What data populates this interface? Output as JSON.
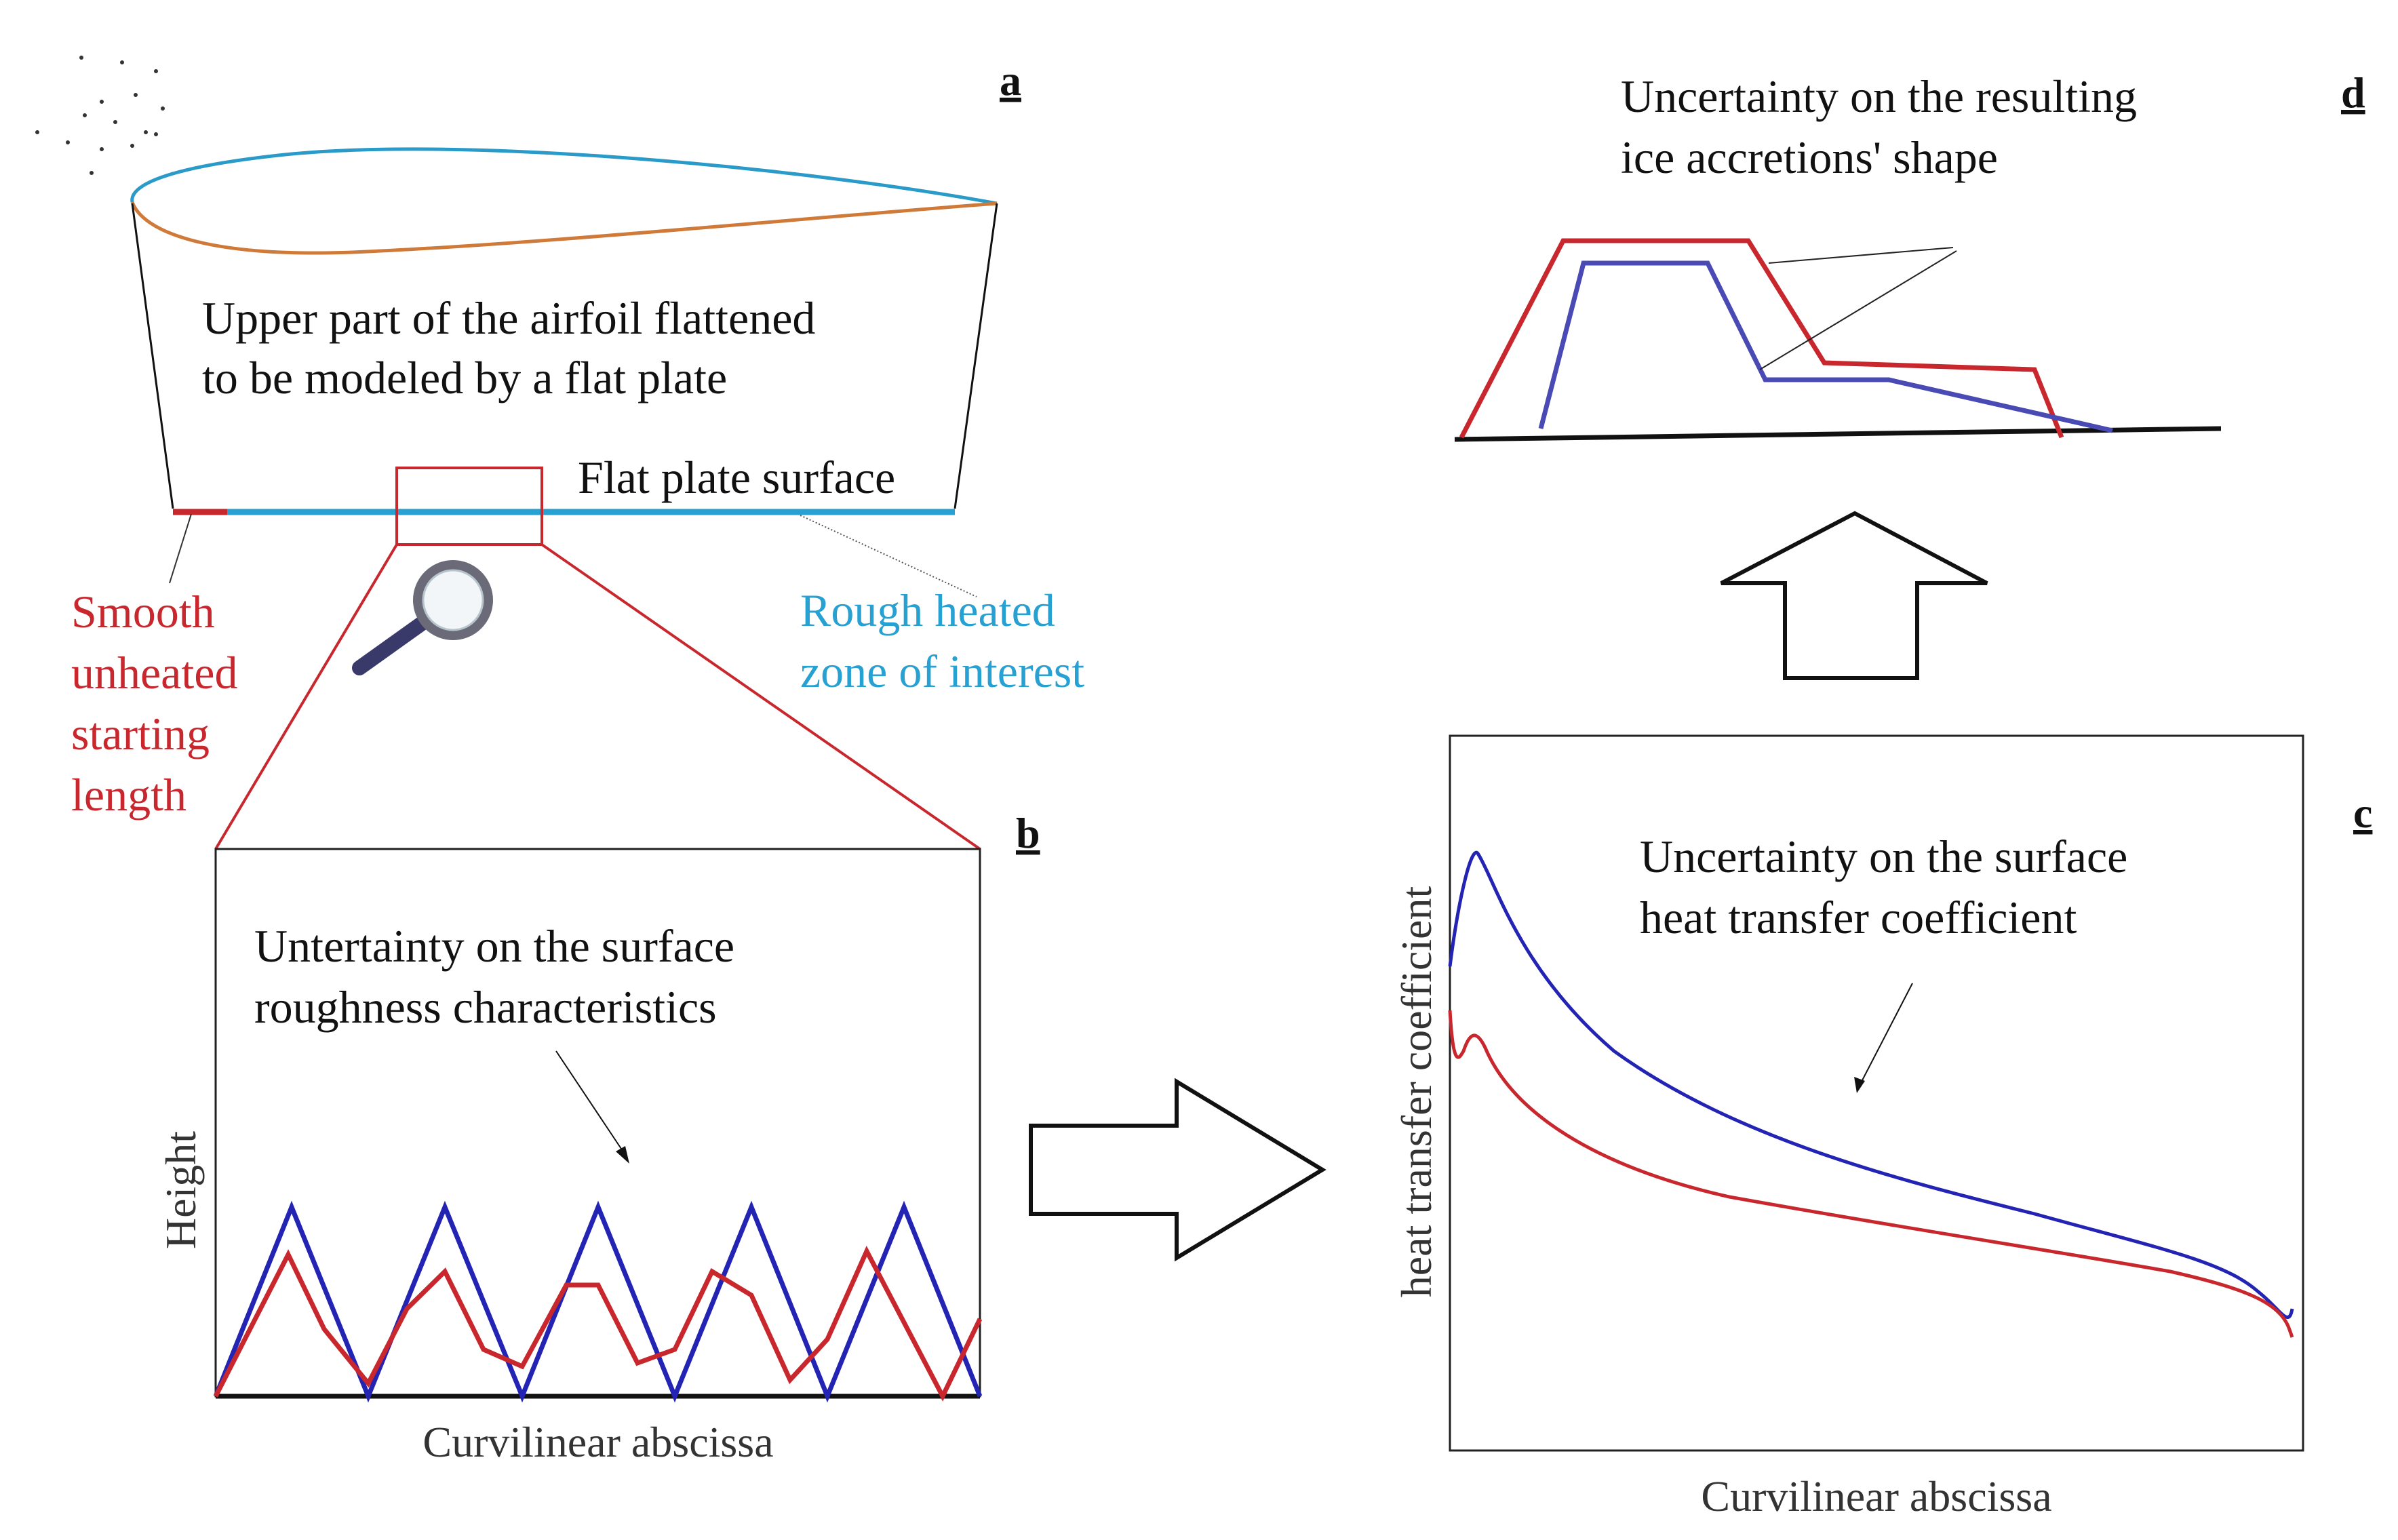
{
  "colors": {
    "red": "#c8282d",
    "blue": "#27a0d2",
    "navy": "#2323b4",
    "ice_blue": "#4a4ab4",
    "black": "#111111"
  },
  "panels": {
    "a": {
      "letter": "a",
      "airfoil_caption_line1": "Upper part of the airfoil flattened",
      "airfoil_caption_line2": "to be modeled by a flat plate",
      "flat_plate_label": "Flat plate surface",
      "smooth_label_line1": "Smooth",
      "smooth_label_line2": "unheated",
      "smooth_label_line3": "starting",
      "smooth_label_line4": "length",
      "rough_label_line1": "Rough heated",
      "rough_label_line2": "zone of interest",
      "magnifier_icon": "magnifying-glass-icon"
    },
    "b": {
      "letter": "b",
      "annotation_line1": "Untertainty on the surface",
      "annotation_line2": "roughness characteristics",
      "y_label": "Height",
      "x_label": "Curvilinear abscissa"
    },
    "c": {
      "letter": "c",
      "annotation_line1": "Uncertainty on the surface",
      "annotation_line2": "heat transfer coefficient",
      "y_label": "heat transfer coefficient",
      "x_label": "Curvilinear abscissa"
    },
    "d": {
      "letter": "d",
      "annotation_line1": "Uncertainty on the resulting",
      "annotation_line2": "ice accretions' shape"
    },
    "arrows": {
      "right_arrow": "right-arrow-icon",
      "up_arrow": "up-arrow-icon"
    }
  }
}
